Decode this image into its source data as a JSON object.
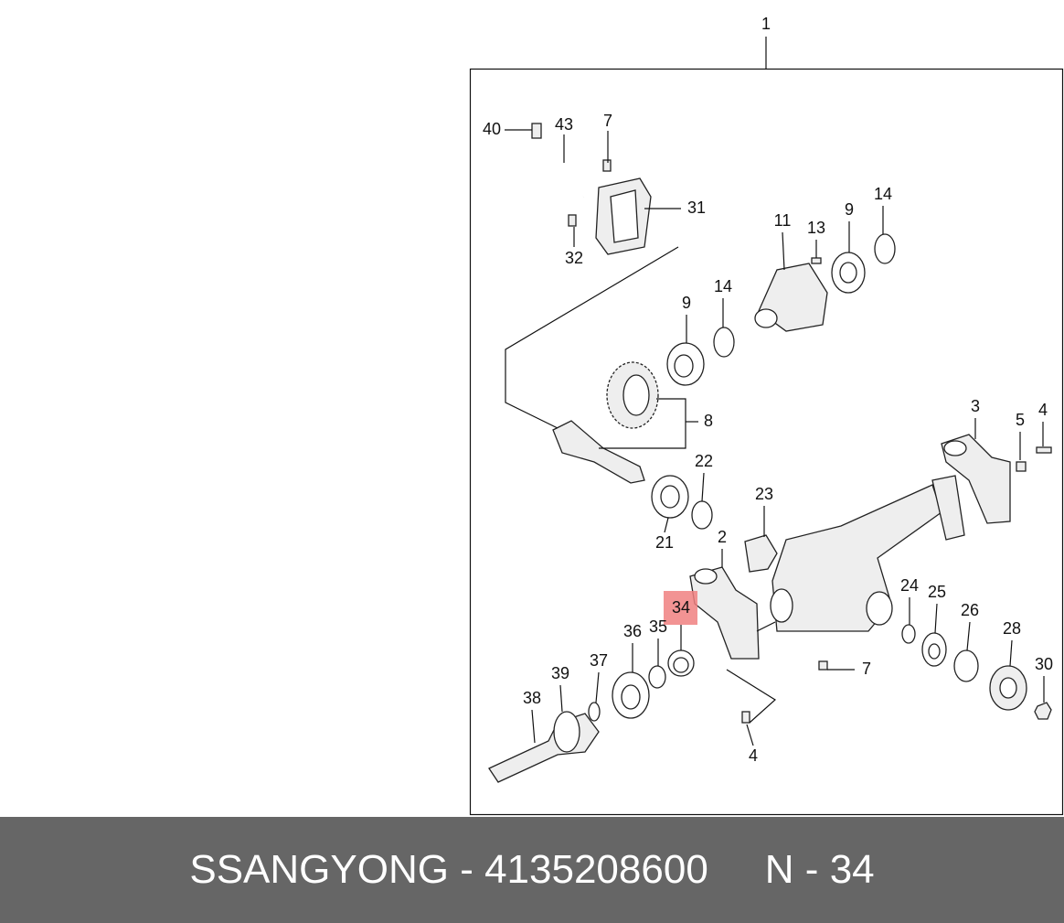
{
  "diagram": {
    "assembly_label": "1",
    "labels": [
      "40",
      "43",
      "7",
      "31",
      "32",
      "11",
      "13",
      "9",
      "14",
      "9",
      "14",
      "8",
      "3",
      "4",
      "5",
      "22",
      "23",
      "21",
      "2",
      "34",
      "35",
      "36",
      "37",
      "39",
      "38",
      "24",
      "25",
      "26",
      "28",
      "30",
      "7",
      "4"
    ],
    "highlighted_label": "34",
    "highlight_color": "#f08080"
  },
  "footer": {
    "brand": "SSANGYONG",
    "separator": " - ",
    "part_number": "4135208600",
    "position_prefix": "N - ",
    "position": "34"
  }
}
